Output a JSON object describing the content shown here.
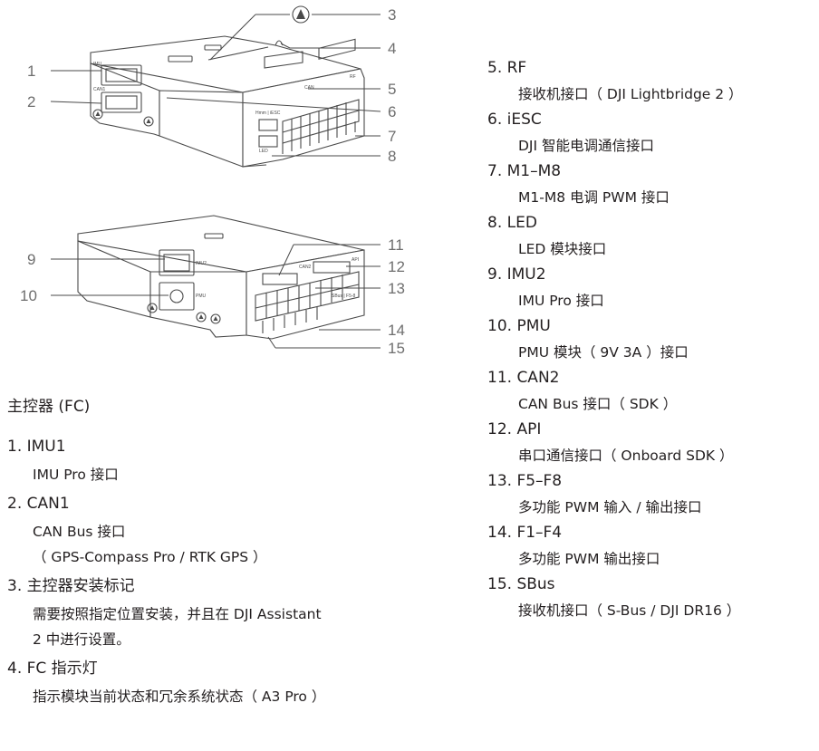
{
  "callouts": {
    "top": [
      "1",
      "2",
      "3",
      "4",
      "5",
      "6",
      "7",
      "8"
    ],
    "bottom": [
      "9",
      "10",
      "11",
      "12",
      "13",
      "14",
      "15"
    ]
  },
  "section_title": "主控器 (FC)",
  "legend_left": [
    {
      "head": "1. IMU1",
      "desc": [
        "IMU Pro 接口"
      ]
    },
    {
      "head": "2. CAN1",
      "desc": [
        "CAN Bus 接口",
        "（ GPS-Compass Pro / RTK GPS ）"
      ]
    },
    {
      "head": "3. 主控器安装标记",
      "desc": [
        "需要按照指定位置安装，并且在 DJI Assistant",
        "2 中进行设置。"
      ]
    },
    {
      "head": "4. FC 指示灯",
      "desc": [
        "指示模块当前状态和冗余系统状态（ A3 Pro ）"
      ]
    }
  ],
  "legend_right": [
    {
      "head": "5. RF",
      "desc": [
        "接收机接口（ DJI Lightbridge 2 ）"
      ]
    },
    {
      "head": "6. iESC",
      "desc": [
        "DJI 智能电调通信接口"
      ]
    },
    {
      "head": "7. M1–M8",
      "desc": [
        "M1-M8 电调 PWM 接口"
      ]
    },
    {
      "head": "8. LED",
      "desc": [
        "LED 模块接口"
      ]
    },
    {
      "head": "9. IMU2",
      "desc": [
        "IMU Pro 接口"
      ]
    },
    {
      "head": "10. PMU",
      "desc": [
        "PMU 模块（ 9V 3A ）接口"
      ]
    },
    {
      "head": "11. CAN2",
      "desc": [
        "CAN Bus 接口（ SDK ）"
      ]
    },
    {
      "head": "12. API",
      "desc": [
        "串口通信接口（ Onboard SDK ）"
      ]
    },
    {
      "head": "13. F5–F8",
      "desc": [
        "多功能 PWM 输入 / 输出接口"
      ]
    },
    {
      "head": "14. F1–F4",
      "desc": [
        "多功能 PWM 输出接口"
      ]
    },
    {
      "head": "15. SBus",
      "desc": [
        "接收机接口（ S-Bus / DJI DR16 ）"
      ]
    }
  ],
  "diagram_labels": {
    "top_ports": [
      "IMU",
      "CAN1",
      "CAN",
      "RF",
      "Hmm | iESC",
      "LED"
    ],
    "bottom_ports": [
      "IMU2",
      "PMU",
      "CAN2",
      "API",
      "SBus | F5-8"
    ]
  }
}
